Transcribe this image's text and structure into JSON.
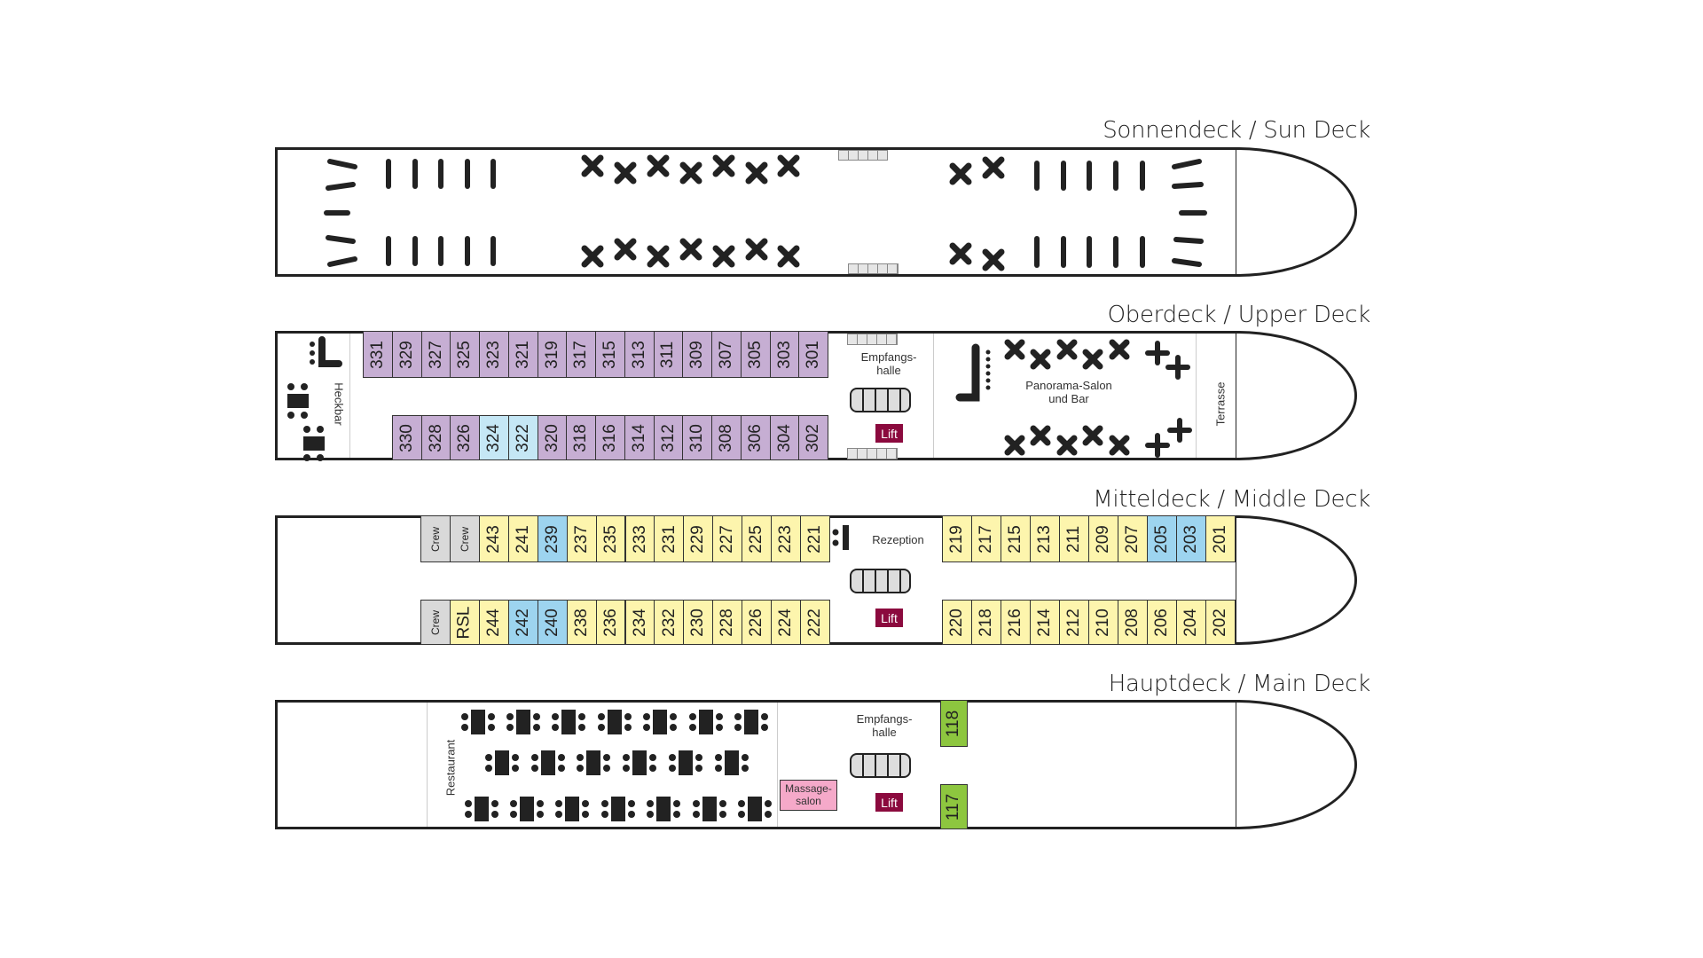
{
  "colors": {
    "purple": "#c6aed3",
    "yellow": "#fdf5ad",
    "blue_light": "#c5e7f5",
    "blue": "#9dd4ef",
    "crew": "#d9d9d9",
    "green": "#8dc63f",
    "lift": "#8b0a3e",
    "massage": "#f5a9c9"
  },
  "decks": {
    "sun": {
      "title": "Sonnendeck / Sun Deck"
    },
    "upper": {
      "title": "Oberdeck / Upper Deck",
      "heckbar": "Heckbar",
      "lobby": "Empfangs-\nhalle",
      "lift": "Lift",
      "panorama": "Panorama-Salon\nund Bar",
      "terrace": "Terrasse",
      "cabins_top": [
        {
          "n": "331",
          "c": "purple"
        },
        {
          "n": "329",
          "c": "purple"
        },
        {
          "n": "327",
          "c": "purple"
        },
        {
          "n": "325",
          "c": "purple"
        },
        {
          "n": "323",
          "c": "purple"
        },
        {
          "n": "321",
          "c": "purple"
        },
        {
          "n": "319",
          "c": "purple"
        },
        {
          "n": "317",
          "c": "purple"
        },
        {
          "n": "315",
          "c": "purple"
        },
        {
          "n": "313",
          "c": "purple"
        },
        {
          "n": "311",
          "c": "purple"
        },
        {
          "n": "309",
          "c": "purple"
        },
        {
          "n": "307",
          "c": "purple"
        },
        {
          "n": "305",
          "c": "purple"
        },
        {
          "n": "303",
          "c": "purple"
        },
        {
          "n": "301",
          "c": "purple"
        }
      ],
      "cabins_bottom": [
        {
          "n": "330",
          "c": "purple"
        },
        {
          "n": "328",
          "c": "purple"
        },
        {
          "n": "326",
          "c": "purple"
        },
        {
          "n": "324",
          "c": "blue_light"
        },
        {
          "n": "322",
          "c": "blue_light"
        },
        {
          "n": "320",
          "c": "purple"
        },
        {
          "n": "318",
          "c": "purple"
        },
        {
          "n": "316",
          "c": "purple"
        },
        {
          "n": "314",
          "c": "purple"
        },
        {
          "n": "312",
          "c": "purple"
        },
        {
          "n": "310",
          "c": "purple"
        },
        {
          "n": "308",
          "c": "purple"
        },
        {
          "n": "306",
          "c": "purple"
        },
        {
          "n": "304",
          "c": "purple"
        },
        {
          "n": "302",
          "c": "purple"
        }
      ]
    },
    "middle": {
      "title": "Mitteldeck / Middle Deck",
      "reception": "Rezeption",
      "lift": "Lift",
      "cabins_top_aft": [
        {
          "n": "Crew",
          "c": "crew"
        },
        {
          "n": "Crew",
          "c": "crew"
        },
        {
          "n": "243",
          "c": "yellow"
        },
        {
          "n": "241",
          "c": "yellow"
        },
        {
          "n": "239",
          "c": "blue"
        },
        {
          "n": "237",
          "c": "yellow"
        },
        {
          "n": "235",
          "c": "yellow"
        },
        {
          "n": "233",
          "c": "yellow"
        },
        {
          "n": "231",
          "c": "yellow"
        },
        {
          "n": "229",
          "c": "yellow"
        },
        {
          "n": "227",
          "c": "yellow"
        },
        {
          "n": "225",
          "c": "yellow"
        },
        {
          "n": "223",
          "c": "yellow"
        },
        {
          "n": "221",
          "c": "yellow"
        }
      ],
      "cabins_bottom_aft": [
        {
          "n": "Crew",
          "c": "crew"
        },
        {
          "n": "RSL",
          "c": "yellow"
        },
        {
          "n": "244",
          "c": "yellow"
        },
        {
          "n": "242",
          "c": "blue"
        },
        {
          "n": "240",
          "c": "blue"
        },
        {
          "n": "238",
          "c": "yellow"
        },
        {
          "n": "236",
          "c": "yellow"
        },
        {
          "n": "234",
          "c": "yellow"
        },
        {
          "n": "232",
          "c": "yellow"
        },
        {
          "n": "230",
          "c": "yellow"
        },
        {
          "n": "228",
          "c": "yellow"
        },
        {
          "n": "226",
          "c": "yellow"
        },
        {
          "n": "224",
          "c": "yellow"
        },
        {
          "n": "222",
          "c": "yellow"
        }
      ],
      "cabins_top_fwd": [
        {
          "n": "219",
          "c": "yellow"
        },
        {
          "n": "217",
          "c": "yellow"
        },
        {
          "n": "215",
          "c": "yellow"
        },
        {
          "n": "213",
          "c": "yellow"
        },
        {
          "n": "211",
          "c": "yellow"
        },
        {
          "n": "209",
          "c": "yellow"
        },
        {
          "n": "207",
          "c": "yellow"
        },
        {
          "n": "205",
          "c": "blue"
        },
        {
          "n": "203",
          "c": "blue"
        },
        {
          "n": "201",
          "c": "yellow"
        }
      ],
      "cabins_bottom_fwd": [
        {
          "n": "220",
          "c": "yellow"
        },
        {
          "n": "218",
          "c": "yellow"
        },
        {
          "n": "216",
          "c": "yellow"
        },
        {
          "n": "214",
          "c": "yellow"
        },
        {
          "n": "212",
          "c": "yellow"
        },
        {
          "n": "210",
          "c": "yellow"
        },
        {
          "n": "208",
          "c": "yellow"
        },
        {
          "n": "206",
          "c": "yellow"
        },
        {
          "n": "204",
          "c": "yellow"
        },
        {
          "n": "202",
          "c": "yellow"
        }
      ]
    },
    "main": {
      "title": "Hauptdeck / Main Deck",
      "restaurant": "Restaurant",
      "lobby": "Empfangs-\nhalle",
      "massage": "Massage-\nsalon",
      "lift": "Lift",
      "cabins": [
        {
          "n": "118",
          "c": "green"
        },
        {
          "n": "117",
          "c": "green"
        }
      ]
    }
  }
}
